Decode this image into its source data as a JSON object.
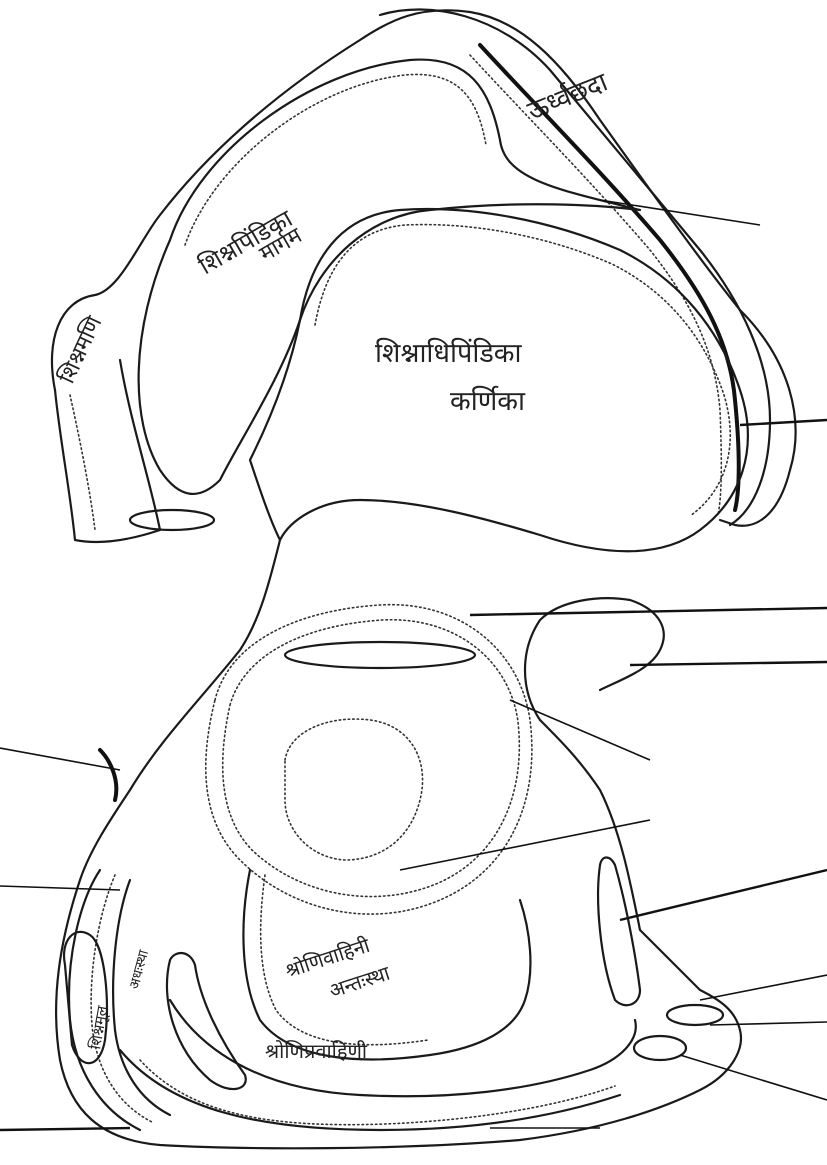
{
  "labels": {
    "top_right": "ऊर्ध्वछदा",
    "upper_lobe_a": "शिश्नपिंडिका",
    "upper_lobe_b": "मार्गम",
    "left_edge": "शिश्नमणि",
    "central_a": "शिश्नाधिपिंडिका",
    "central_b": "कर्णिका",
    "lower_a": "श्रोणिवाहिनी",
    "lower_b": "अन्तःस्था",
    "bottom": "श्रोणिप्रवाहिणी",
    "lower_left_a": "शिश्नमूल",
    "lower_left_b": "अधःस्था"
  }
}
